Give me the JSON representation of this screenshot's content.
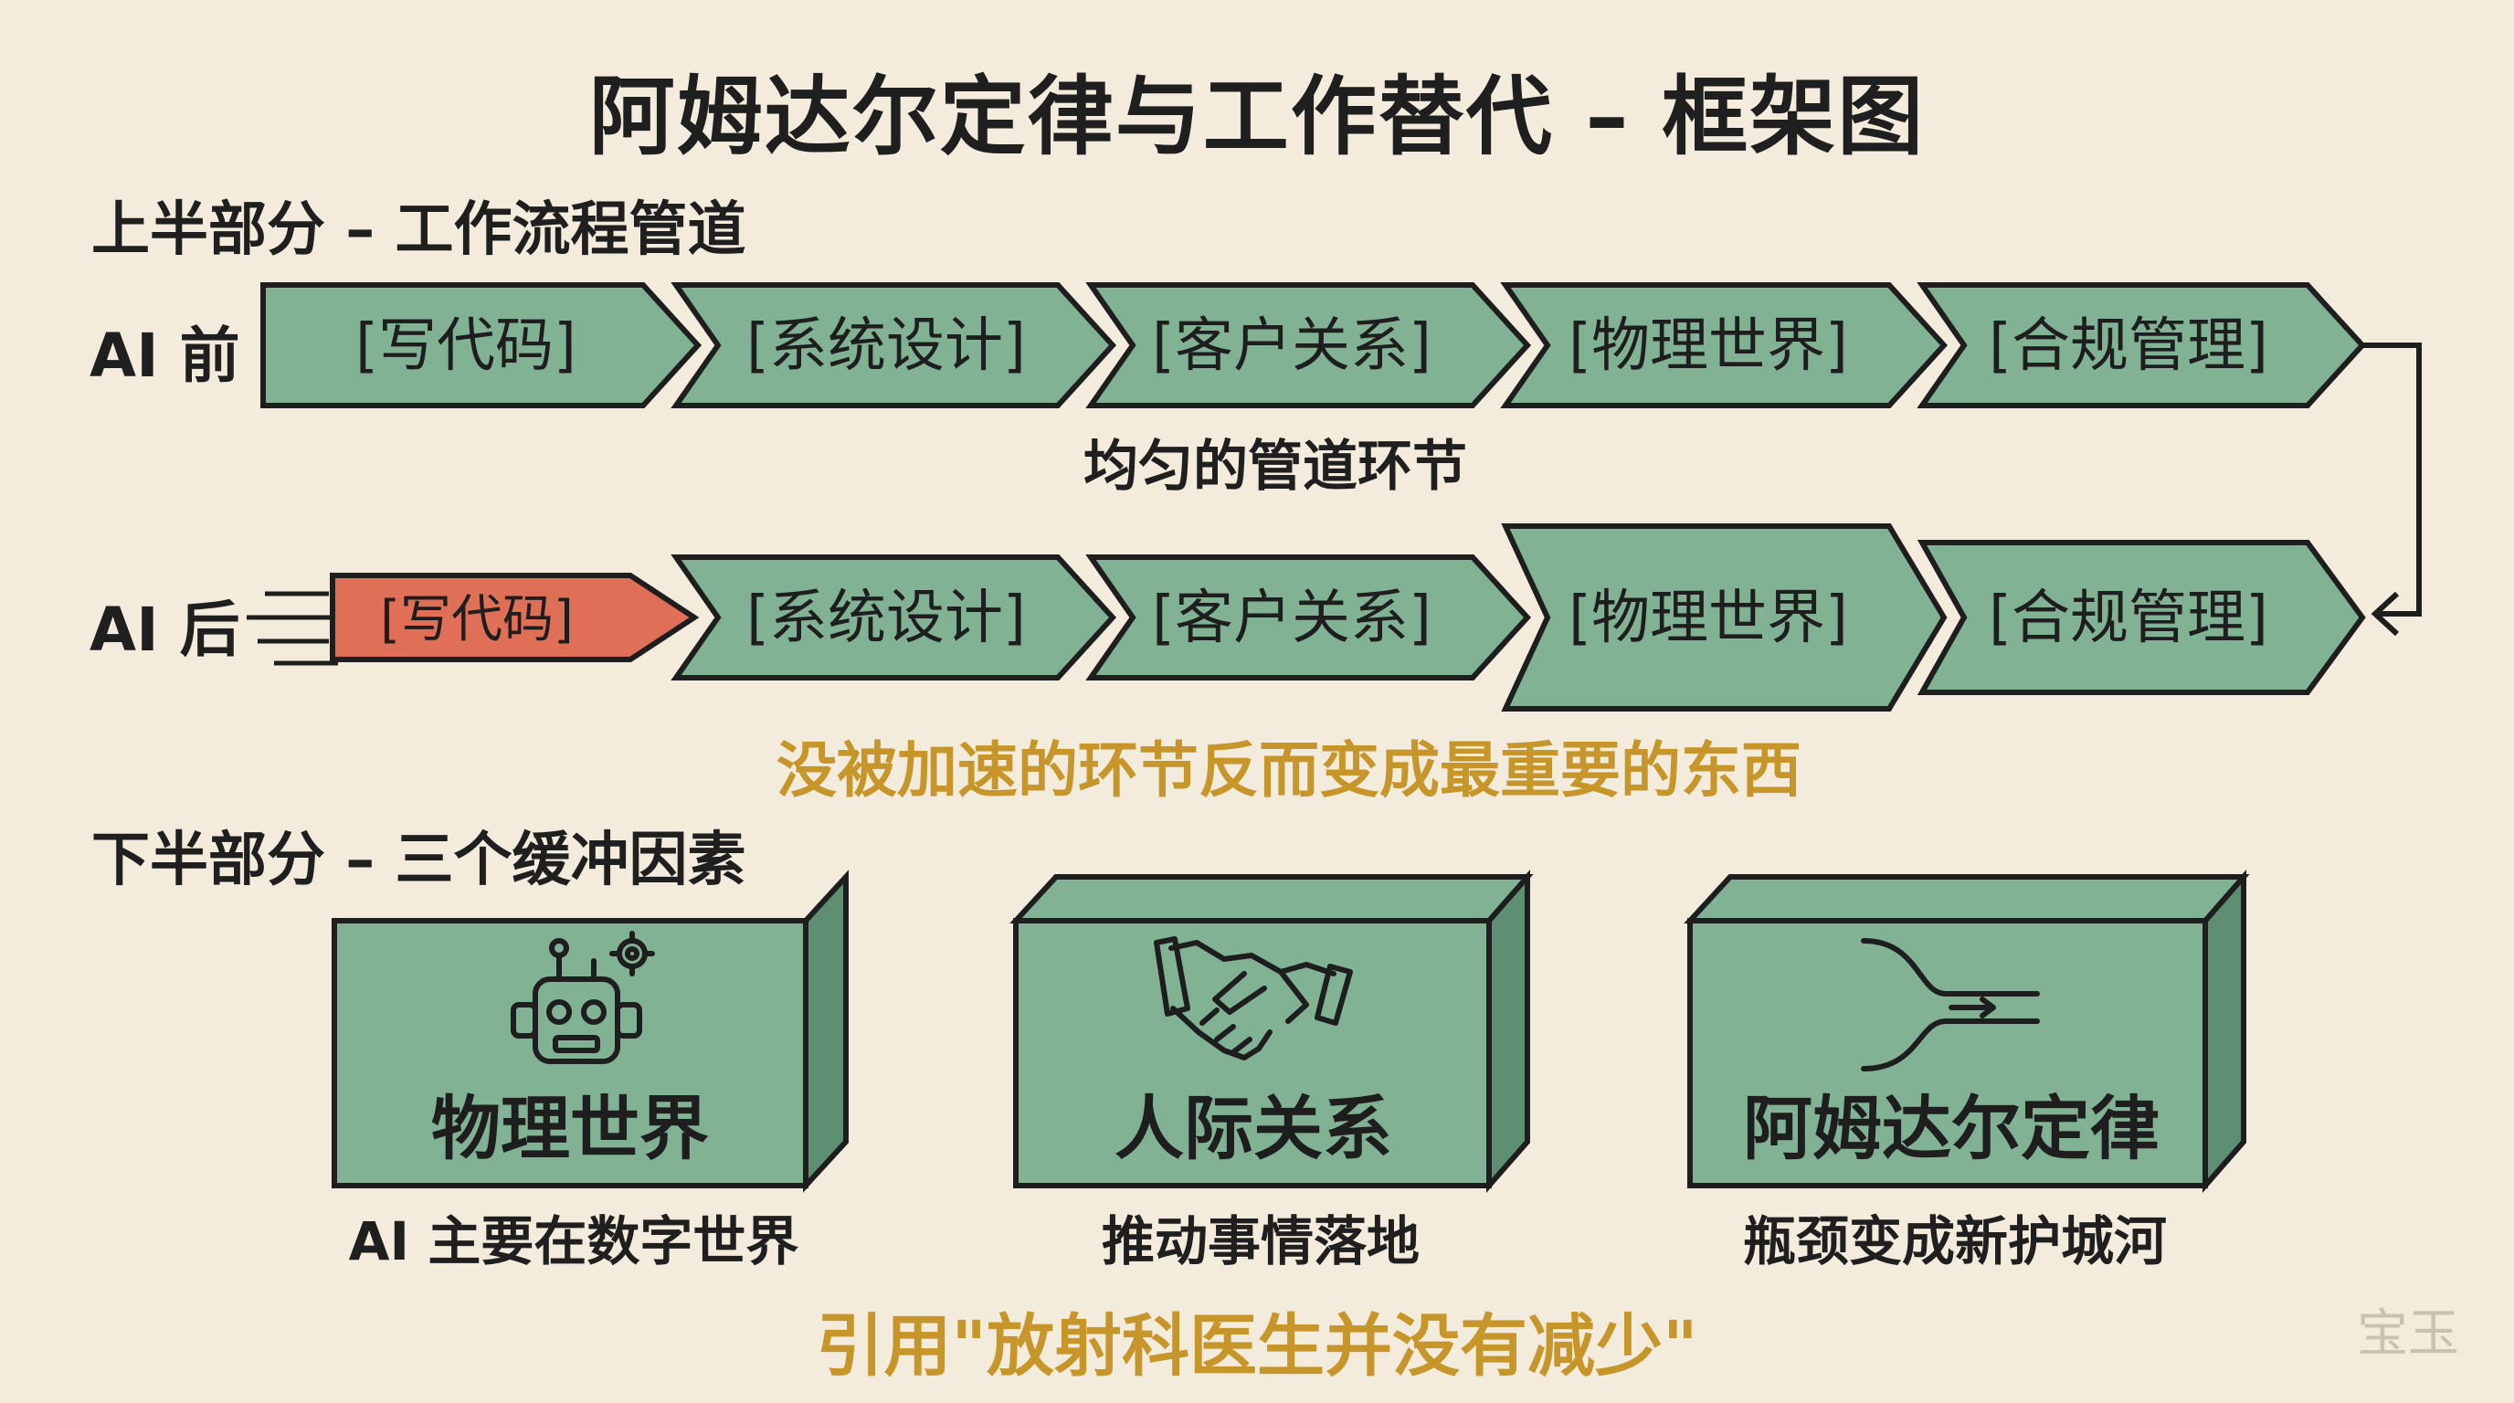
{
  "title": "阿姆达尔定律与工作替代 – 框架图",
  "top_section": {
    "heading": "上半部分 – 工作流程管道",
    "before_label": "AI 前",
    "after_label": "AI 后",
    "before_stages": [
      "[写代码]",
      "[系统设计]",
      "[客户关系]",
      "[物理世界]",
      "[合规管理]"
    ],
    "after_stages": [
      "[写代码]",
      "[系统设计]",
      "[客户关系]",
      "[物理世界]",
      "[合规管理]"
    ],
    "before_caption": "均匀的管道环节",
    "after_caption": "没被加速的环节反而变成最重要的东西"
  },
  "bottom_section": {
    "heading": "下半部分 – 三个缓冲因素",
    "factors": [
      {
        "title": "物理世界",
        "subtitle": "AI 主要在数字世界",
        "icon": "robot-icon"
      },
      {
        "title": "人际关系",
        "subtitle": "推动事情落地",
        "icon": "handshake-icon"
      },
      {
        "title": "阿姆达尔定律",
        "subtitle": "瓶颈变成新护城河",
        "icon": "merge-arrow-icon"
      }
    ],
    "quote": "引用\"放射科医生并没有减少\""
  },
  "watermark": "宝玉",
  "colors": {
    "box_green": "#82b294",
    "box_green_dark": "#5f8f73",
    "highlight_red": "#e06f57",
    "gold": "#c7962b",
    "background": "#f3ecdc"
  }
}
